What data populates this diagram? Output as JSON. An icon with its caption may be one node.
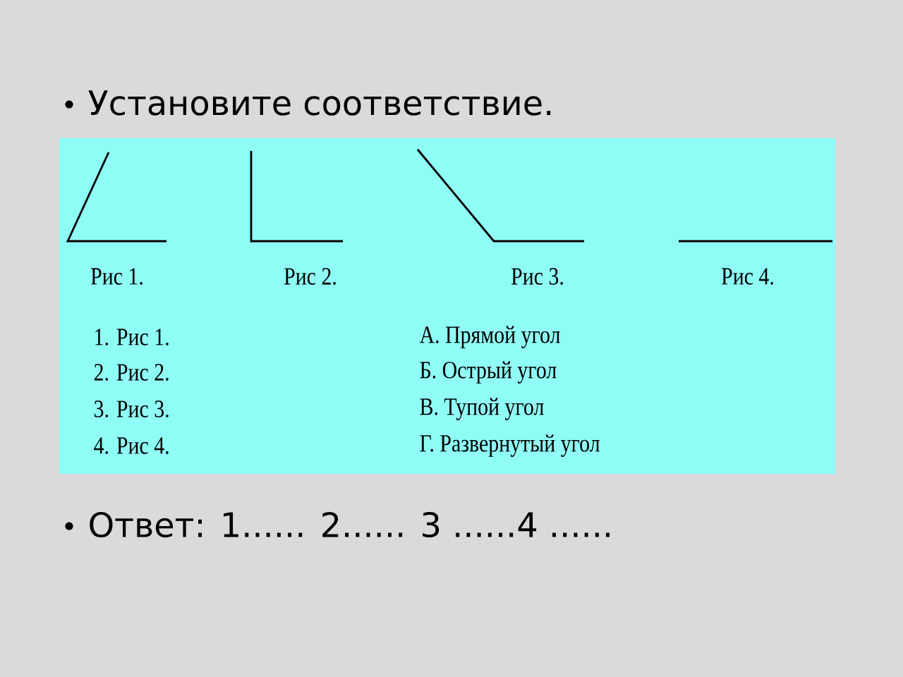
{
  "diagram": {
    "title": "Установите соответствие.",
    "labels": [
      "Рис 1.",
      "Рис 2.",
      "Рис 3.",
      "Рис 4.",
      "1. Рис 1.",
      "А. Прямой угол",
      "2. Рис 2.",
      "Б. Острый угол",
      "3. Рис 3.",
      "В. Тупой угол",
      "4. Рис 4.",
      "Г. Развернутый угол",
      "Ответ: 1...... 2...... 3 ......4 ......"
    ]
  }
}
